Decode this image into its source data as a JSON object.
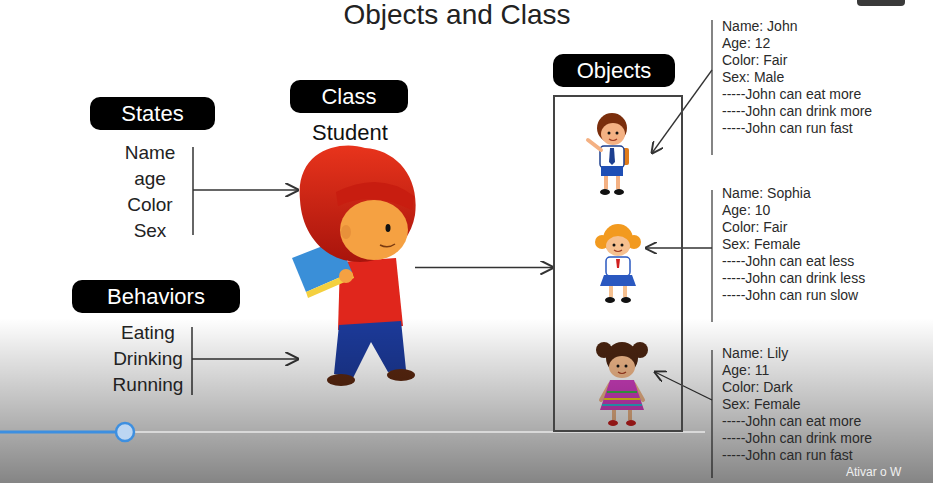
{
  "diagram": {
    "title": "Objects and Class",
    "nodes": [
      {
        "text": [
          "States",
          "Name age Color Sex"
        ]
      },
      {
        "text": [
          "Class",
          "Student"
        ]
      },
      {
        "text": [
          "Behaviors",
          "Eating Drinking Running"
        ]
      },
      {
        "text": [
          "Objects"
        ]
      }
    ],
    "edges": [
      {
        "from": 0,
        "to": 1,
        "arrow": "to"
      },
      {
        "from": 2,
        "to": 1,
        "arrow": "to"
      },
      {
        "from": 1,
        "to": 3,
        "arrow": "to"
      }
    ],
    "labels": [
      "Name: John",
      "Age: 12",
      "Color: Fair",
      "Sex: Male",
      "-----John can eat more",
      "-----John can drink more",
      "-----John can run fast",
      "Name: Sophia",
      "Age: 10",
      "Color: Fair",
      "Sex: Female",
      "-----John can eat less",
      "-----John can drink less",
      "-----John can run slow",
      "Name: Lily",
      "Age: 11",
      "Color: Dark",
      "Sex: Female",
      "-----John can eat more",
      "-----John can drink more",
      "-----John can run fast",
      "Ativar o W"
    ]
  }
}
